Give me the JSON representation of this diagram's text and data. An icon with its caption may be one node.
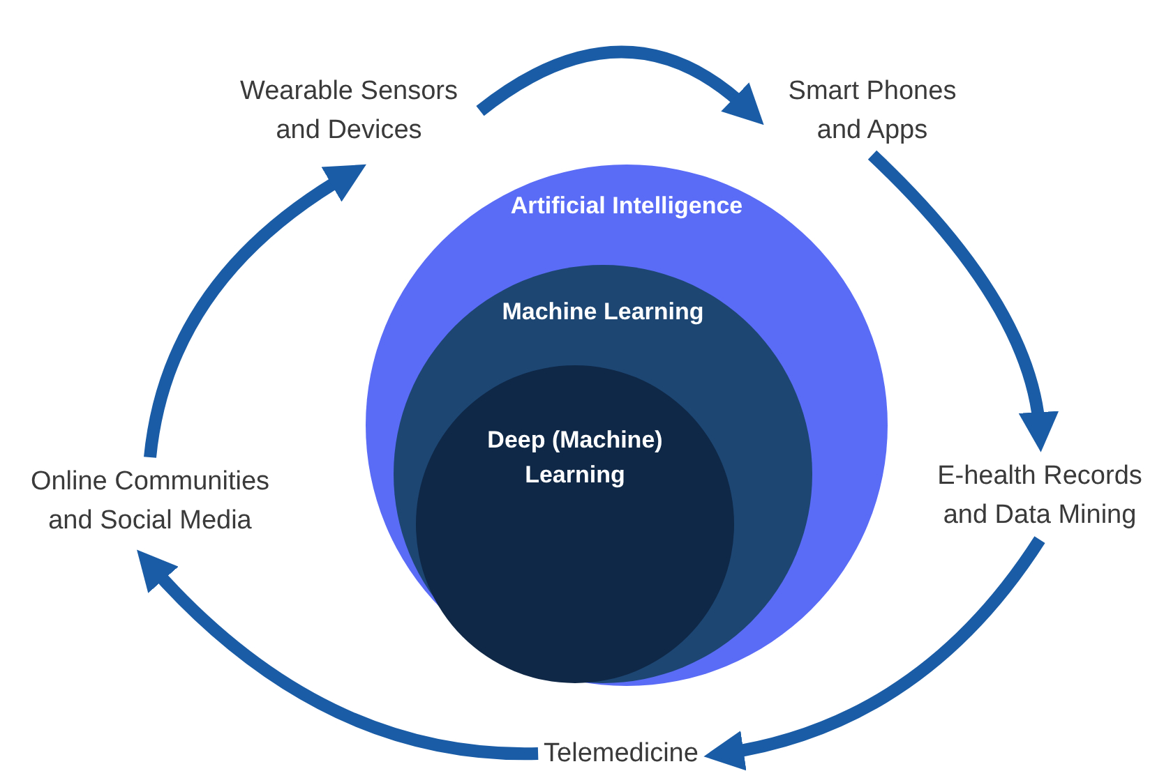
{
  "diagram": {
    "nodes": [
      {
        "text": [
          "Wearable Sensors and Devices"
        ]
      },
      {
        "text": [
          "Smart Phones and Apps"
        ]
      },
      {
        "text": [
          "E-health Records and Data Mining"
        ]
      },
      {
        "text": [
          "Telemedicine"
        ]
      },
      {
        "text": [
          "Online Communities and Social Media"
        ]
      },
      {
        "text": [
          "Artificial Intelligence"
        ]
      },
      {
        "text": [
          "Machine Learning"
        ],
        "in": 5
      },
      {
        "text": [
          "Deep (Machine) Learning"
        ],
        "in": 6
      }
    ],
    "edges": [
      {
        "from": 0,
        "to": 1,
        "arrow": "to"
      },
      {
        "from": 1,
        "to": 2,
        "arrow": "to"
      },
      {
        "from": 2,
        "to": 3,
        "arrow": "to"
      },
      {
        "from": 3,
        "to": 4,
        "arrow": "to"
      },
      {
        "from": 4,
        "to": 0,
        "arrow": "to"
      }
    ]
  }
}
